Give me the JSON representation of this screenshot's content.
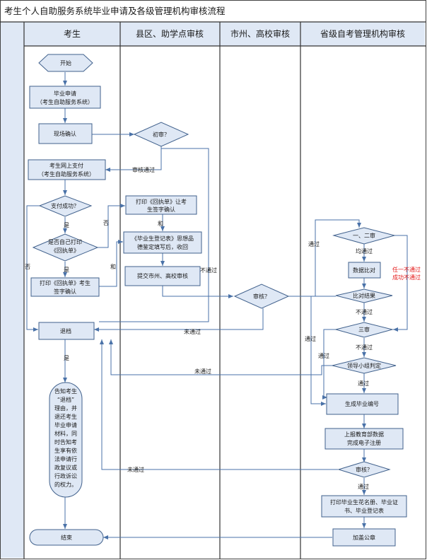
{
  "title": "考生个人自助服务系统毕业申请及各级管理机构审核流程",
  "lanes": {
    "examinee": "考生",
    "county": "县区、助学点审核",
    "city": "市州、高校审核",
    "province": "省级自考管理机构审核"
  },
  "nodes": {
    "start": "开始",
    "apply_1": "毕业申请",
    "apply_2": "（考生自助服务系统）",
    "confirm": "现场确认",
    "first_review": "初审？",
    "pay_1": "考生网上支付",
    "pay_2": "（考生自助服务系统）",
    "pay_ok": "支付成功？",
    "self_print_1": "是否自己打印",
    "self_print_2": "《回执单》",
    "print_sign_1": "打印《回执单》考生",
    "print_sign_2": "签字确认",
    "county_print_1": "打印《回执单》让考",
    "county_print_2": "生签字确认",
    "record_1": "《毕业生登记表》思想品",
    "record_2": "德鉴定填写后，收回",
    "submit": "提交市州、高校审核",
    "city_review": "审核？",
    "review12": "一、二审",
    "compare": "数据比对",
    "compare_result": "比对结果",
    "review3": "三审",
    "leader": "领导小组判定",
    "gen_no": "生成毕业编号",
    "report_1": "上报教育部数据",
    "report_2": "完成电子注册",
    "final_review": "审核？",
    "print_final_1": "打印毕业生花名册、毕业证",
    "print_final_2": "书、毕业登记表",
    "stamp": "加盖公章",
    "return": "退档",
    "notice": [
      "告知考生",
      "“退档”",
      "理由，并",
      "退还考生",
      "毕业申请",
      "材料，同",
      "时告知考",
      "生享有依",
      "法申请行",
      "政复议或",
      "行政诉讼",
      "的权力。"
    ],
    "end": "结束"
  },
  "labels": {
    "review_pass": "审核通过",
    "yes_1": "是",
    "yes_2": "是",
    "yes_3": "是",
    "no_1": "否",
    "no_2": "否",
    "and_1": "和",
    "and_2": "和",
    "fail_county": "不通过",
    "fail_city": "未通过",
    "pass_city": "通过",
    "all_pass": "均通过",
    "fail_one_1": "任一不通过",
    "fail_one_2": "成功不通过",
    "fail_compare": "不通过",
    "pass_compare": "通过",
    "fail_review3": "不通过",
    "pass_review3": "通过",
    "fail_leader": "未通过",
    "pass_leader": "通过",
    "fail_final": "未通过",
    "pass_final": "通过"
  },
  "colors": {
    "box_fill": "#dfe8f5",
    "box_stroke": "#41618c",
    "line": "#4a72a8",
    "red_note": "#e41a1a"
  }
}
